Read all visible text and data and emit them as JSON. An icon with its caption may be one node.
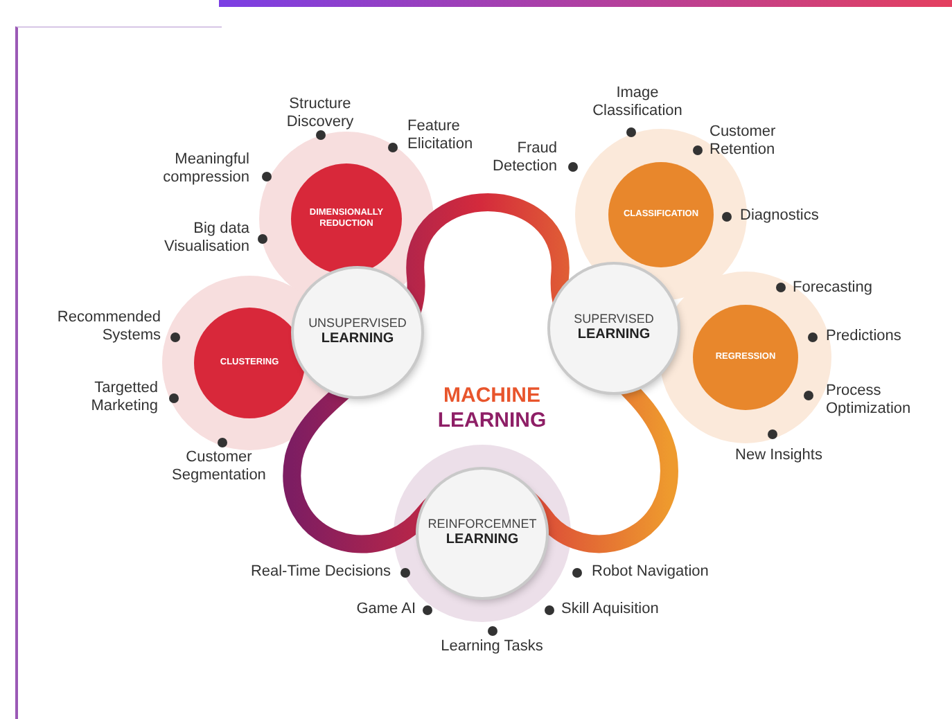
{
  "diagram": {
    "title": "MACHINE LEARNING",
    "nodes": [
      {
        "text": [
          "UNSUPERVISED **LEARNING**"
        ]
      },
      {
        "text": [
          "DIMENSIONALLY REDUCTION"
        ],
        "beside": [
          "Structure Discovery",
          "Feature Elicitation",
          "Meaningful compression",
          "Big data Visualisation"
        ]
      },
      {
        "text": [
          "CLUSTERING"
        ],
        "beside": [
          "Recommended Systems",
          "Targetted Marketing",
          "Customer Segmentation"
        ]
      },
      {
        "text": [
          "SUPERVISED **LEARNING**"
        ]
      },
      {
        "text": [
          "CLASSIFICATION"
        ],
        "beside": [
          "Image Classification",
          "Fraud Detection",
          "Customer Retention",
          "Diagnostics"
        ]
      },
      {
        "text": [
          "REGRESSION"
        ],
        "beside": [
          "Forecasting",
          "Predictions",
          "Process Optimization",
          "New Insights"
        ]
      },
      {
        "text": [
          "REINFORCEMNET **LEARNING**"
        ],
        "beside": [
          "Real-Time Decisions",
          "Robot Navigation",
          "Game AI",
          "Skill Aquisition",
          "Learning Tasks"
        ]
      }
    ],
    "edges": []
  }
}
